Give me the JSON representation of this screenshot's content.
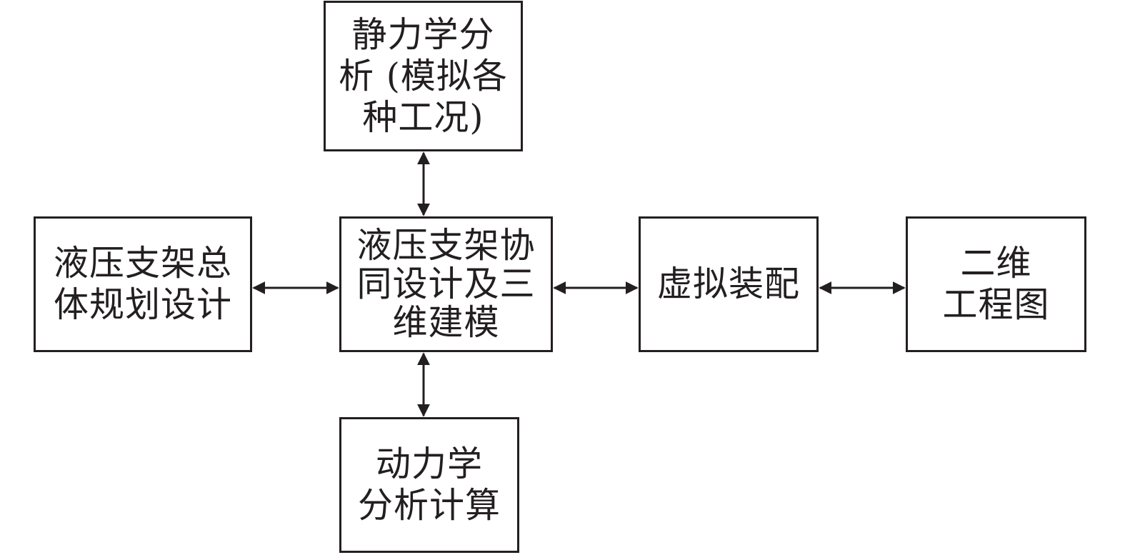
{
  "diagram": {
    "line_color": "#231f20",
    "background": "#ffffff",
    "nodes": {
      "static_analysis": "静力学分\n析 (模拟各\n种工况)",
      "overall_design": "液压支架总\n体规划设计",
      "center": "液压支架协\n同设计及三\n维建模",
      "virtual_assembly": "虚拟装配",
      "engineering_drawing": "二维\n工程图",
      "dynamic_analysis": "动力学\n分析计算"
    },
    "edges": [
      {
        "from": "center",
        "to": "static_analysis",
        "direction": "bidirectional"
      },
      {
        "from": "center",
        "to": "dynamic_analysis",
        "direction": "bidirectional"
      },
      {
        "from": "overall_design",
        "to": "center",
        "direction": "bidirectional"
      },
      {
        "from": "center",
        "to": "virtual_assembly",
        "direction": "bidirectional"
      },
      {
        "from": "virtual_assembly",
        "to": "engineering_drawing",
        "direction": "bidirectional"
      }
    ]
  }
}
